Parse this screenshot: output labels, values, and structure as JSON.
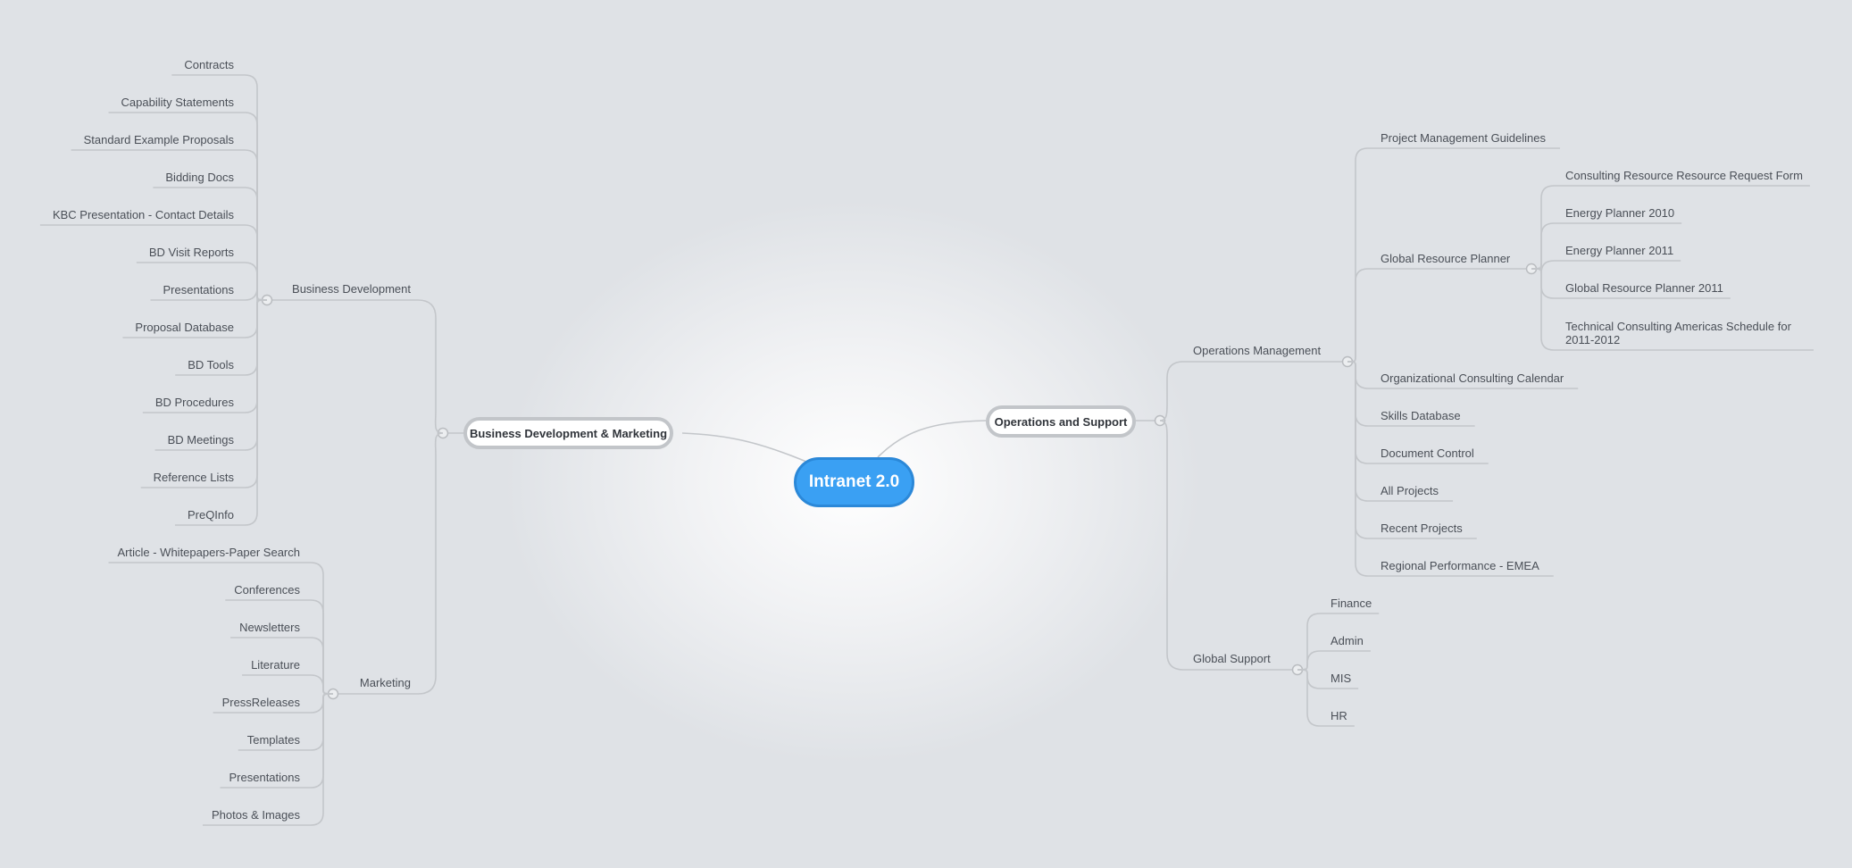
{
  "mindmap": {
    "root": "Intranet 2.0",
    "left": {
      "label": "Business Development & Marketing",
      "groups": [
        {
          "label": "Business Development",
          "items": [
            "Contracts",
            "Capability Statements",
            "Standard Example Proposals",
            "Bidding Docs",
            "KBC Presentation - Contact Details",
            "BD Visit Reports",
            "Presentations",
            "Proposal Database",
            "BD Tools",
            "BD Procedures",
            "BD Meetings",
            "Reference Lists",
            "PreQInfo"
          ]
        },
        {
          "label": "Marketing",
          "items": [
            "Article - Whitepapers-Paper Search",
            "Conferences",
            "Newsletters",
            "Literature",
            "PressReleases",
            "Templates",
            "Presentations",
            "Photos & Images"
          ]
        }
      ]
    },
    "right": {
      "label": "Operations and Support",
      "groups": [
        {
          "label": "Operations Management",
          "items": [
            {
              "label": "Project Management Guidelines",
              "children": []
            },
            {
              "label": "Global Resource Planner",
              "children": [
                "Consulting Resource Resource Request Form",
                "Energy Planner 2010",
                "Energy Planner 2011",
                "Global Resource Planner 2011",
                "Technical Consulting Americas Schedule for 2011-2012"
              ]
            },
            {
              "label": "Organizational Consulting Calendar",
              "children": []
            },
            {
              "label": "Skills Database",
              "children": []
            },
            {
              "label": "Document Control",
              "children": []
            },
            {
              "label": "All Projects",
              "children": []
            },
            {
              "label": "Recent Projects",
              "children": []
            },
            {
              "label": "Regional Performance - EMEA",
              "children": []
            }
          ]
        },
        {
          "label": "Global Support",
          "items": [
            {
              "label": "Finance",
              "children": []
            },
            {
              "label": "Admin",
              "children": []
            },
            {
              "label": "MIS",
              "children": []
            },
            {
              "label": "HR",
              "children": []
            }
          ]
        }
      ]
    },
    "colors": {
      "root_fill": "#3aa0f3",
      "root_border": "#2b88d8",
      "branch_border": "#c2c5c9",
      "line": "#c3c6ca",
      "text": "#4a4f57"
    }
  }
}
